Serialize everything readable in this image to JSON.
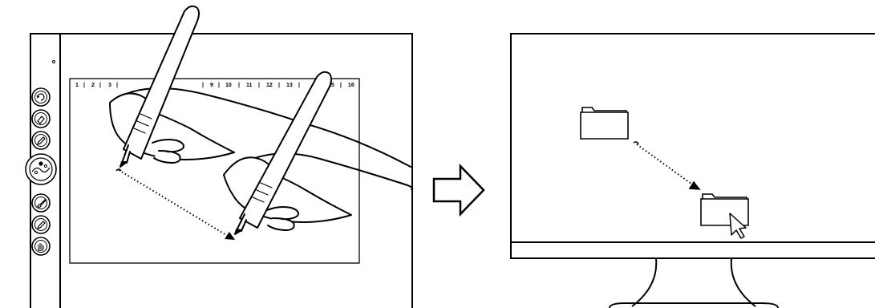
{
  "tablet": {
    "ruler": [
      "1",
      "2",
      "3",
      "9",
      "10",
      "11",
      "12",
      "13",
      "15",
      "16"
    ],
    "express_keys": [
      "undo-icon",
      "eraser-icon",
      "pen-icon",
      "zoom-wheel-icon",
      "brush-icon",
      "pen-icon",
      "hand-icon"
    ]
  },
  "transition": {
    "arrow": "right-arrow-icon"
  },
  "monitor": {
    "icons": [
      "folder-icon",
      "folder-icon",
      "cursor-icon"
    ]
  },
  "colors": {
    "line": "#000000",
    "background": "#ffffff"
  }
}
